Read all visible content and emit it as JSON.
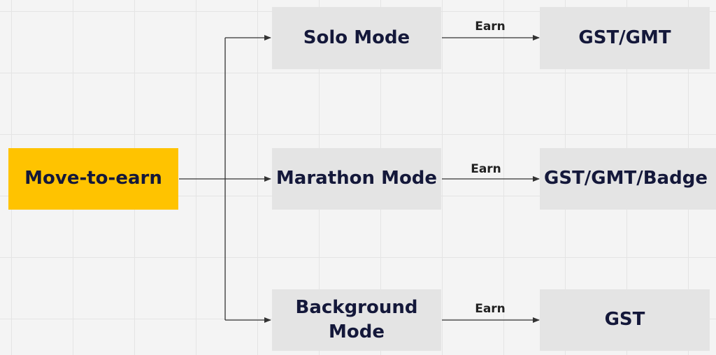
{
  "diagram": {
    "root": {
      "label": "Move-to-earn"
    },
    "modes": [
      {
        "label": "Solo Mode"
      },
      {
        "label": "Marathon Mode"
      },
      {
        "label": "Background\nMode"
      }
    ],
    "rewards": [
      {
        "label": "GST/GMT"
      },
      {
        "label": "GST/GMT/Badge"
      },
      {
        "label": "GST"
      }
    ],
    "edge_labels": [
      "Earn",
      "Earn",
      "Earn"
    ]
  },
  "colors": {
    "root_fill": "#ffc300",
    "box_fill": "#e4e4e4",
    "text": "#14183a",
    "line": "#333333"
  }
}
